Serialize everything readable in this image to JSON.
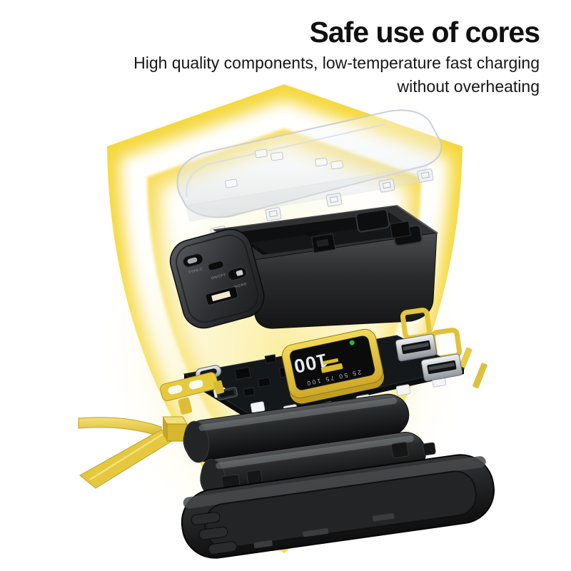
{
  "header": {
    "title": "Safe use of cores",
    "subtitle_line1": "High quality components, low-temperature fast charging",
    "subtitle_line2": "without overheating"
  },
  "device": {
    "port_labels": {
      "type_c": "TYPE-C",
      "on_off": "ON/OFF",
      "micro": "MICRO"
    },
    "display": {
      "percent": "100",
      "scale_ticks": "25 50 75 100"
    }
  },
  "colors": {
    "background": "#ffffff",
    "text": "#111111",
    "shield_yellow": "#f5d83e",
    "shield_inner_yellow": "#f6dc55",
    "glow_yellow": "#f9e87f",
    "display_frame_gold": "#e8c93c",
    "display_led_green": "#2fb344",
    "contact_yellow": "#e6c840",
    "ribbon_yellow": "#e5c83f",
    "case_black": "#1a1a1a",
    "pcb_dark": "#15181a",
    "cover_clear": "#dfe3e7"
  }
}
